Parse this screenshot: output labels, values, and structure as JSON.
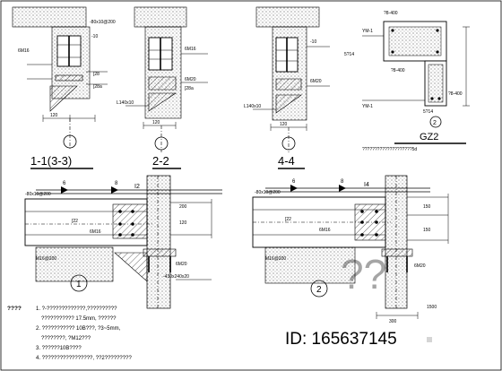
{
  "sections": {
    "s1": "1-1(3-3)",
    "s2": "2-2",
    "s4": "4-4",
    "cz2": "GZ2"
  },
  "detail_marks": {
    "d1": "1",
    "d2": "2",
    "d_gz": "2"
  },
  "labels": {
    "plate_80": "-80x10@200",
    "plate_80_dup": "-80x10@200",
    "plate_10": "-10",
    "bolt_m16": "6M16",
    "bolt_m16_dup": "6M16",
    "bolt_m20": "6M20",
    "bolt_m20_dup": "6M20",
    "channel_28": "[28",
    "channel_28a": "[28a",
    "channel_28a_dup": "[28a",
    "angle_140": "L140x10",
    "angle_140_dup": "L140x10",
    "beam_22": "[22",
    "i2": "I2",
    "i4": "I4",
    "plate_430": "-430x240x20",
    "m16_base": "M16@200",
    "m16_base_dup": "M16@200",
    "pl_6": "6",
    "pl_8": "8",
    "dim_120_a": "120",
    "dim_120_b": "120",
    "dim_120_c": "120",
    "dim_200": "200",
    "dim_150": "150",
    "dim_150_b": "150",
    "dim_120_d": "120",
    "dim_300": "300",
    "dim_1500": "1500",
    "yn1": "YM-1",
    "yn1_dup": "YM-1",
    "gz_28_400": "?8-400",
    "gz_28_400_b": "?8-400",
    "gz_5914": "5?14",
    "gz_5914_b": "5?14",
    "cz_note": "????????????????????5d"
  },
  "notes": {
    "title": "????",
    "n1": "1. ?-?????????????,??????????",
    "n1b": "??????????? 17.5mm, ??????",
    "n2": "2. ??????????? 10B???, ?3~5mm,",
    "n2b": "????????, ?M12???",
    "n3": "3. ??????10B????",
    "n4": "4. ?????????????????, ??2?????????"
  },
  "watermark": {
    "logo": "??",
    "id": "ID: 165637145"
  }
}
